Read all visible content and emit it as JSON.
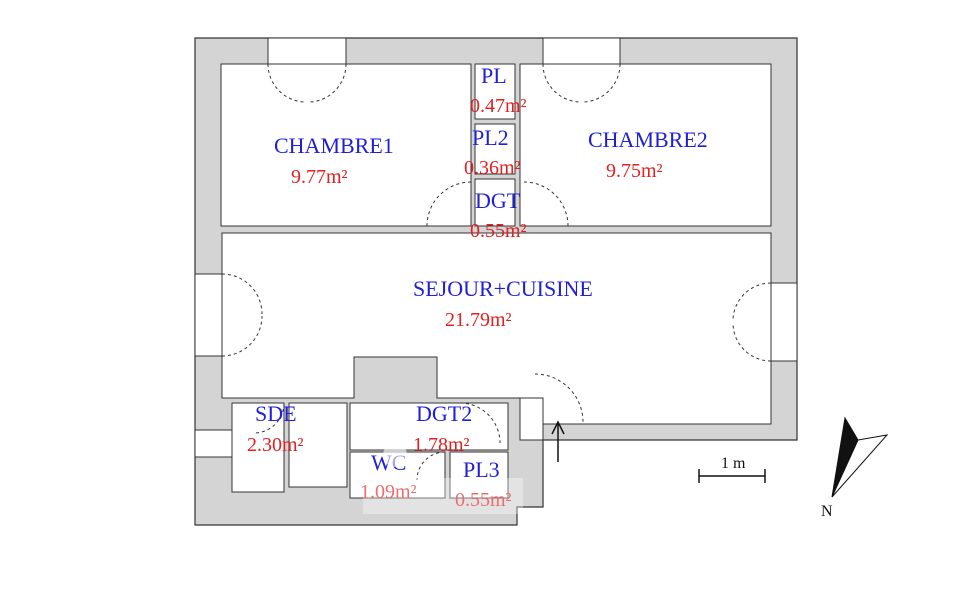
{
  "rooms": {
    "chambre1": {
      "name": "CHAMBRE1",
      "area": "9.77m²"
    },
    "chambre2": {
      "name": "CHAMBRE2",
      "area": "9.75m²"
    },
    "pl": {
      "name": "PL",
      "area": "0.47m²"
    },
    "pl2": {
      "name": "PL2",
      "area": "0.36m²"
    },
    "dgt": {
      "name": "DGT",
      "area": "0.55m²"
    },
    "sejour": {
      "name": "SEJOUR+CUISINE",
      "area": "21.79m²"
    },
    "sde": {
      "name": "SDE",
      "area": "2.30m²"
    },
    "dgt2": {
      "name": "DGT2",
      "area": "1.78m²"
    },
    "wc": {
      "name": "WC",
      "area": "1.09m²"
    },
    "pl3": {
      "name": "PL3",
      "area": "0.55m²"
    }
  },
  "scale": {
    "label": "1 m"
  },
  "compass": {
    "label": "N"
  },
  "colors": {
    "wall": "#d4d4d4",
    "room_name": "#1f1fd6",
    "room_area": "#e22020"
  }
}
